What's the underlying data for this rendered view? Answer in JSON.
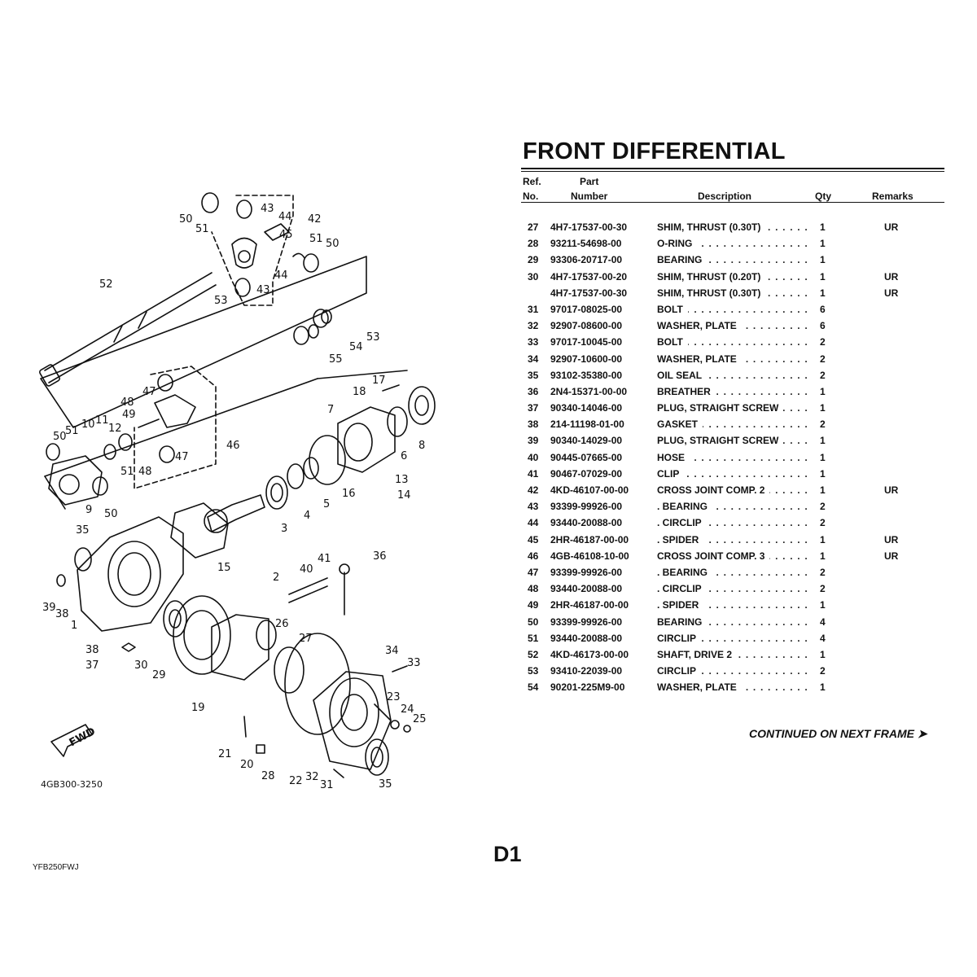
{
  "title": "FRONT DIFFERENTIAL",
  "headers": {
    "ref_line1": "Ref.",
    "ref_line2": "No.",
    "part_line1": "Part",
    "part_line2": "Number",
    "description": "Description",
    "qty": "Qty",
    "remarks": "Remarks"
  },
  "parts": [
    {
      "ref": "27",
      "part": "4H7-17537-00-30",
      "desc": "SHIM, THRUST (0.30T)",
      "qty": "1",
      "remarks": "UR"
    },
    {
      "ref": "28",
      "part": "93211-54698-00",
      "desc": "O-RING",
      "qty": "1",
      "remarks": ""
    },
    {
      "ref": "29",
      "part": "93306-20717-00",
      "desc": "BEARING",
      "qty": "1",
      "remarks": ""
    },
    {
      "ref": "30",
      "part": "4H7-17537-00-20",
      "desc": "SHIM, THRUST (0.20T)",
      "qty": "1",
      "remarks": "UR"
    },
    {
      "ref": "",
      "part": "4H7-17537-00-30",
      "desc": "SHIM, THRUST (0.30T)",
      "qty": "1",
      "remarks": "UR"
    },
    {
      "ref": "31",
      "part": "97017-08025-00",
      "desc": "BOLT",
      "qty": "6",
      "remarks": ""
    },
    {
      "ref": "32",
      "part": "92907-08600-00",
      "desc": "WASHER, PLATE",
      "qty": "6",
      "remarks": ""
    },
    {
      "ref": "33",
      "part": "97017-10045-00",
      "desc": "BOLT",
      "qty": "2",
      "remarks": ""
    },
    {
      "ref": "34",
      "part": "92907-10600-00",
      "desc": "WASHER, PLATE",
      "qty": "2",
      "remarks": ""
    },
    {
      "ref": "35",
      "part": "93102-35380-00",
      "desc": "OIL SEAL",
      "qty": "2",
      "remarks": ""
    },
    {
      "ref": "36",
      "part": "2N4-15371-00-00",
      "desc": "BREATHER",
      "qty": "1",
      "remarks": ""
    },
    {
      "ref": "37",
      "part": "90340-14046-00",
      "desc": "PLUG, STRAIGHT SCREW",
      "qty": "1",
      "remarks": ""
    },
    {
      "ref": "38",
      "part": "214-11198-01-00",
      "desc": "GASKET",
      "qty": "2",
      "remarks": ""
    },
    {
      "ref": "39",
      "part": "90340-14029-00",
      "desc": "PLUG, STRAIGHT SCREW",
      "qty": "1",
      "remarks": ""
    },
    {
      "ref": "40",
      "part": "90445-07665-00",
      "desc": "HOSE",
      "qty": "1",
      "remarks": ""
    },
    {
      "ref": "41",
      "part": "90467-07029-00",
      "desc": "CLIP",
      "qty": "1",
      "remarks": ""
    },
    {
      "ref": "42",
      "part": "4KD-46107-00-00",
      "desc": "CROSS JOINT COMP. 2",
      "qty": "1",
      "remarks": "UR"
    },
    {
      "ref": "43",
      "part": "93399-99926-00",
      "desc": ". BEARING",
      "qty": "2",
      "remarks": ""
    },
    {
      "ref": "44",
      "part": "93440-20088-00",
      "desc": ". CIRCLIP",
      "qty": "2",
      "remarks": ""
    },
    {
      "ref": "45",
      "part": "2HR-46187-00-00",
      "desc": ". SPIDER",
      "qty": "1",
      "remarks": "UR"
    },
    {
      "ref": "46",
      "part": "4GB-46108-10-00",
      "desc": "CROSS JOINT COMP. 3",
      "qty": "1",
      "remarks": "UR"
    },
    {
      "ref": "47",
      "part": "93399-99926-00",
      "desc": ". BEARING",
      "qty": "2",
      "remarks": ""
    },
    {
      "ref": "48",
      "part": "93440-20088-00",
      "desc": ". CIRCLIP",
      "qty": "2",
      "remarks": ""
    },
    {
      "ref": "49",
      "part": "2HR-46187-00-00",
      "desc": ". SPIDER",
      "qty": "1",
      "remarks": ""
    },
    {
      "ref": "50",
      "part": "93399-99926-00",
      "desc": "BEARING",
      "qty": "4",
      "remarks": ""
    },
    {
      "ref": "51",
      "part": "93440-20088-00",
      "desc": "CIRCLIP",
      "qty": "4",
      "remarks": ""
    },
    {
      "ref": "52",
      "part": "4KD-46173-00-00",
      "desc": "SHAFT, DRIVE 2",
      "qty": "1",
      "remarks": ""
    },
    {
      "ref": "53",
      "part": "93410-22039-00",
      "desc": "CIRCLIP",
      "qty": "2",
      "remarks": ""
    },
    {
      "ref": "54",
      "part": "90201-225M9-00",
      "desc": "WASHER, PLATE",
      "qty": "1",
      "remarks": ""
    }
  ],
  "continued": "CONTINUED ON NEXT FRAME ➤",
  "page_id": "D1",
  "model_code": "YFB250FWJ",
  "diagram": {
    "code": "4GB300-3250",
    "fwd": "FWD",
    "callouts": [
      "1",
      "2",
      "3",
      "4",
      "5",
      "6",
      "7",
      "8",
      "9",
      "10",
      "11",
      "12",
      "13",
      "14",
      "15",
      "16",
      "17",
      "18",
      "19",
      "20",
      "21",
      "22",
      "23",
      "24",
      "25",
      "26",
      "27",
      "28",
      "29",
      "30",
      "31",
      "32",
      "33",
      "34",
      "35",
      "35",
      "36",
      "37",
      "38",
      "38",
      "39",
      "40",
      "41",
      "42",
      "43",
      "43",
      "44",
      "44",
      "45",
      "46",
      "47",
      "47",
      "48",
      "48",
      "49",
      "50",
      "50",
      "50",
      "50",
      "51",
      "51",
      "51",
      "51",
      "52",
      "53",
      "53",
      "54",
      "55"
    ]
  }
}
